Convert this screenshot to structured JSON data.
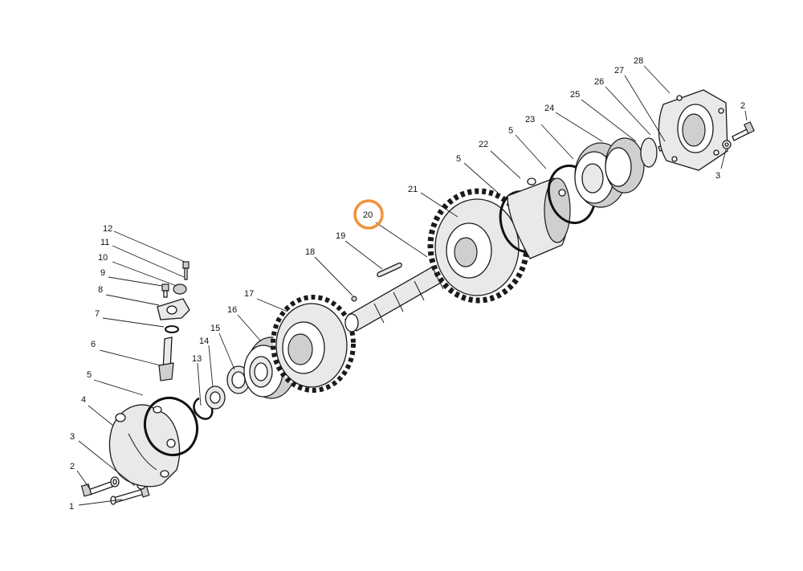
{
  "highlight": {
    "label": "20",
    "color": "#f0913a"
  },
  "labels": {
    "l1": "1",
    "l2a": "2",
    "l3a": "3",
    "l4": "4",
    "l5a": "5",
    "l6": "6",
    "l7": "7",
    "l8": "8",
    "l9": "9",
    "l10": "10",
    "l11": "11",
    "l12": "12",
    "l13": "13",
    "l14": "14",
    "l15": "15",
    "l16": "16",
    "l17": "17",
    "l18": "18",
    "l19": "19",
    "l20": "20",
    "l21": "21",
    "l5b": "5",
    "l22": "22",
    "l5c": "5",
    "l23": "23",
    "l24": "24",
    "l25": "25",
    "l26": "26",
    "l27": "27",
    "l28": "28",
    "l2b": "2",
    "l3b": "3"
  }
}
